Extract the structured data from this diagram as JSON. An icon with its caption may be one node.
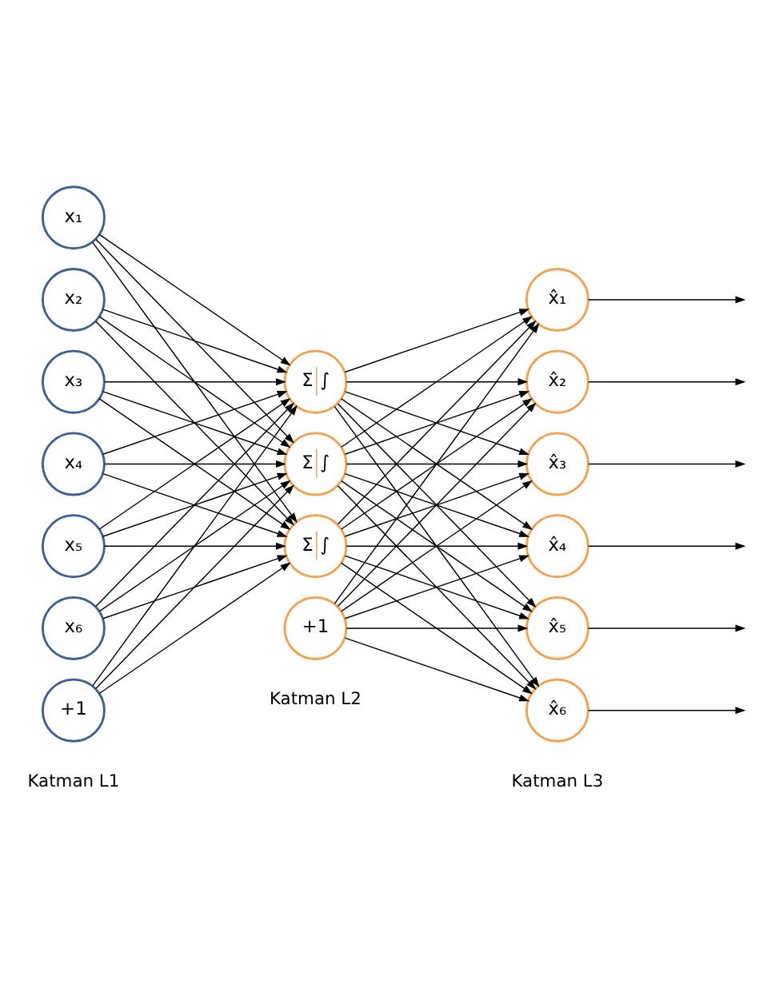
{
  "diagram": {
    "nodes": [
      {
        "text": [
          "x₁"
        ]
      },
      {
        "text": [
          "x₂"
        ]
      },
      {
        "text": [
          "x₃"
        ]
      },
      {
        "text": [
          "x₄"
        ]
      },
      {
        "text": [
          "x₅"
        ]
      },
      {
        "text": [
          "x₆"
        ]
      },
      {
        "text": [
          "+1"
        ]
      },
      {
        "text": [
          "Σ",
          "∫"
        ]
      },
      {
        "text": [
          "Σ",
          "∫"
        ]
      },
      {
        "text": [
          "Σ",
          "∫"
        ]
      },
      {
        "text": [
          "+1"
        ]
      },
      {
        "text": [
          "x̂₁"
        ]
      },
      {
        "text": [
          "x̂₂"
        ]
      },
      {
        "text": [
          "x̂₃"
        ]
      },
      {
        "text": [
          "x̂₄"
        ]
      },
      {
        "text": [
          "x̂₅"
        ]
      },
      {
        "text": [
          "x̂₆"
        ]
      }
    ],
    "edges": [
      {
        "from": 0,
        "to": 7,
        "arrow": "to"
      },
      {
        "from": 0,
        "to": 8,
        "arrow": "to"
      },
      {
        "from": 0,
        "to": 9,
        "arrow": "to"
      },
      {
        "from": 1,
        "to": 7,
        "arrow": "to"
      },
      {
        "from": 1,
        "to": 8,
        "arrow": "to"
      },
      {
        "from": 1,
        "to": 9,
        "arrow": "to"
      },
      {
        "from": 2,
        "to": 7,
        "arrow": "to"
      },
      {
        "from": 2,
        "to": 8,
        "arrow": "to"
      },
      {
        "from": 2,
        "to": 9,
        "arrow": "to"
      },
      {
        "from": 3,
        "to": 7,
        "arrow": "to"
      },
      {
        "from": 3,
        "to": 8,
        "arrow": "to"
      },
      {
        "from": 3,
        "to": 9,
        "arrow": "to"
      },
      {
        "from": 4,
        "to": 7,
        "arrow": "to"
      },
      {
        "from": 4,
        "to": 8,
        "arrow": "to"
      },
      {
        "from": 4,
        "to": 9,
        "arrow": "to"
      },
      {
        "from": 5,
        "to": 7,
        "arrow": "to"
      },
      {
        "from": 5,
        "to": 8,
        "arrow": "to"
      },
      {
        "from": 5,
        "to": 9,
        "arrow": "to"
      },
      {
        "from": 6,
        "to": 7,
        "arrow": "to"
      },
      {
        "from": 6,
        "to": 8,
        "arrow": "to"
      },
      {
        "from": 6,
        "to": 9,
        "arrow": "to"
      },
      {
        "from": 7,
        "to": 11,
        "arrow": "to"
      },
      {
        "from": 7,
        "to": 12,
        "arrow": "to"
      },
      {
        "from": 7,
        "to": 13,
        "arrow": "to"
      },
      {
        "from": 7,
        "to": 14,
        "arrow": "to"
      },
      {
        "from": 7,
        "to": 15,
        "arrow": "to"
      },
      {
        "from": 7,
        "to": 16,
        "arrow": "to"
      },
      {
        "from": 8,
        "to": 11,
        "arrow": "to"
      },
      {
        "from": 8,
        "to": 12,
        "arrow": "to"
      },
      {
        "from": 8,
        "to": 13,
        "arrow": "to"
      },
      {
        "from": 8,
        "to": 14,
        "arrow": "to"
      },
      {
        "from": 8,
        "to": 15,
        "arrow": "to"
      },
      {
        "from": 8,
        "to": 16,
        "arrow": "to"
      },
      {
        "from": 9,
        "to": 11,
        "arrow": "to"
      },
      {
        "from": 9,
        "to": 12,
        "arrow": "to"
      },
      {
        "from": 9,
        "to": 13,
        "arrow": "to"
      },
      {
        "from": 9,
        "to": 14,
        "arrow": "to"
      },
      {
        "from": 9,
        "to": 15,
        "arrow": "to"
      },
      {
        "from": 9,
        "to": 16,
        "arrow": "to"
      },
      {
        "from": 10,
        "to": 11,
        "arrow": "to"
      },
      {
        "from": 10,
        "to": 12,
        "arrow": "to"
      },
      {
        "from": 10,
        "to": 13,
        "arrow": "to"
      },
      {
        "from": 10,
        "to": 14,
        "arrow": "to"
      },
      {
        "from": 10,
        "to": 15,
        "arrow": "to"
      },
      {
        "from": 10,
        "to": 16,
        "arrow": "to"
      },
      {
        "from": 11,
        "to": null,
        "arrow": "to"
      },
      {
        "from": 12,
        "to": null,
        "arrow": "to"
      },
      {
        "from": 13,
        "to": null,
        "arrow": "to"
      },
      {
        "from": 14,
        "to": null,
        "arrow": "to"
      },
      {
        "from": 15,
        "to": null,
        "arrow": "to"
      },
      {
        "from": 16,
        "to": null,
        "arrow": "to"
      }
    ],
    "labels": [
      "Katman L2",
      "Katman L3",
      "Katman L1"
    ]
  }
}
